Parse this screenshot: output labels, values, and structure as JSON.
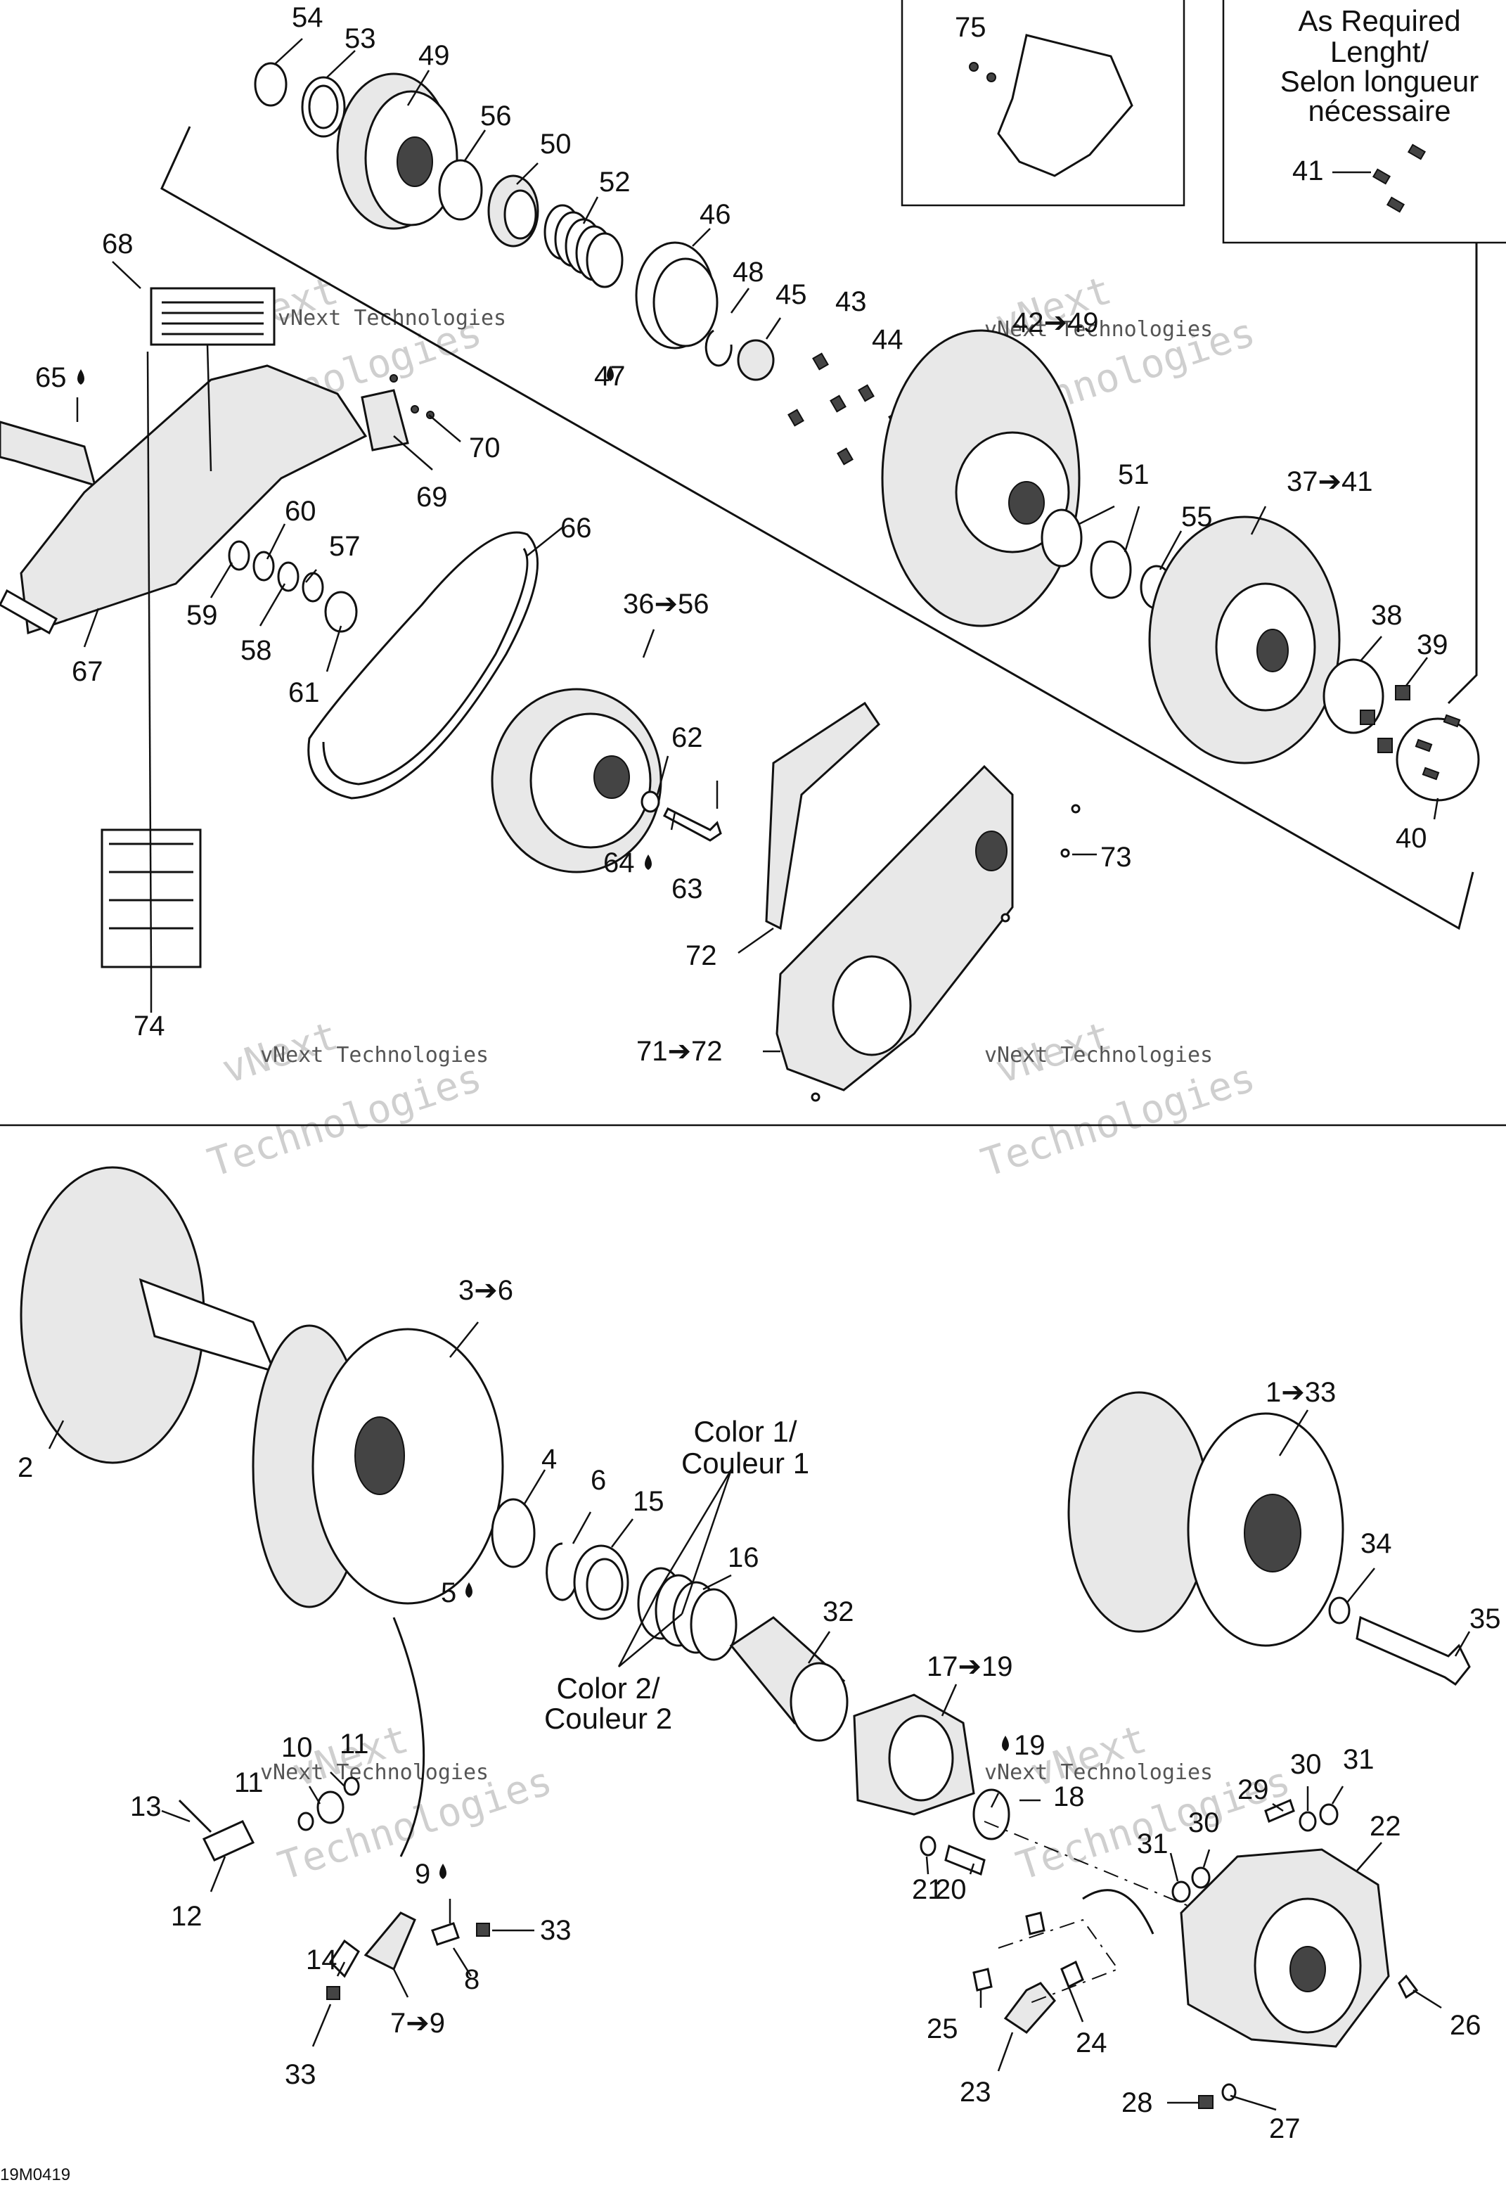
{
  "notes": {
    "as_required_line1": "As Required",
    "as_required_line2": "Lenght/",
    "as_required_line3": "Selon longueur",
    "as_required_line4": "nécessaire",
    "color1_line1": "Color 1/",
    "color1_line2": "Couleur 1",
    "color2_line1": "Color 2/",
    "color2_line2": "Couleur 2"
  },
  "watermark": {
    "line1": "vNext",
    "line2": "vNext Technologies",
    "line3": "Technologies"
  },
  "drawing_code": "19M0419",
  "labels": [
    {
      "id": "54",
      "text": "54"
    },
    {
      "id": "53",
      "text": "53"
    },
    {
      "id": "49",
      "text": "49"
    },
    {
      "id": "56",
      "text": "56"
    },
    {
      "id": "50",
      "text": "50"
    },
    {
      "id": "52",
      "text": "52"
    },
    {
      "id": "46",
      "text": "46"
    },
    {
      "id": "48",
      "text": "48"
    },
    {
      "id": "45",
      "text": "45"
    },
    {
      "id": "43",
      "text": "43"
    },
    {
      "id": "44",
      "text": "44"
    },
    {
      "id": "47",
      "text": "47"
    },
    {
      "id": "75",
      "text": "75"
    },
    {
      "id": "41top",
      "text": "41"
    },
    {
      "id": "68",
      "text": "68"
    },
    {
      "id": "65",
      "text": "65"
    },
    {
      "id": "70",
      "text": "70"
    },
    {
      "id": "69",
      "text": "69"
    },
    {
      "id": "60",
      "text": "60"
    },
    {
      "id": "57",
      "text": "57"
    },
    {
      "id": "59",
      "text": "59"
    },
    {
      "id": "58",
      "text": "58"
    },
    {
      "id": "61",
      "text": "61"
    },
    {
      "id": "67",
      "text": "67"
    },
    {
      "id": "66",
      "text": "66"
    },
    {
      "id": "36-56",
      "text": "36➔56"
    },
    {
      "id": "62",
      "text": "62"
    },
    {
      "id": "64",
      "text": "64"
    },
    {
      "id": "63",
      "text": "63"
    },
    {
      "id": "42-49",
      "text": "42➔49"
    },
    {
      "id": "51",
      "text": "51"
    },
    {
      "id": "55",
      "text": "55"
    },
    {
      "id": "37-41",
      "text": "37➔41"
    },
    {
      "id": "38",
      "text": "38"
    },
    {
      "id": "39",
      "text": "39"
    },
    {
      "id": "40",
      "text": "40"
    },
    {
      "id": "73",
      "text": "73"
    },
    {
      "id": "72",
      "text": "72"
    },
    {
      "id": "71-72",
      "text": "71➔72"
    },
    {
      "id": "74",
      "text": "74"
    },
    {
      "id": "3-6",
      "text": "3➔6"
    },
    {
      "id": "2",
      "text": "2"
    },
    {
      "id": "4",
      "text": "4"
    },
    {
      "id": "6",
      "text": "6"
    },
    {
      "id": "15",
      "text": "15"
    },
    {
      "id": "16",
      "text": "16"
    },
    {
      "id": "5",
      "text": "5"
    },
    {
      "id": "32",
      "text": "32"
    },
    {
      "id": "1-33",
      "text": "1➔33"
    },
    {
      "id": "34",
      "text": "34"
    },
    {
      "id": "35",
      "text": "35"
    },
    {
      "id": "17-19",
      "text": "17➔19"
    },
    {
      "id": "19",
      "text": "19"
    },
    {
      "id": "18",
      "text": "18"
    },
    {
      "id": "10",
      "text": "10"
    },
    {
      "id": "11a",
      "text": "11"
    },
    {
      "id": "11b",
      "text": "11"
    },
    {
      "id": "13",
      "text": "13"
    },
    {
      "id": "12",
      "text": "12"
    },
    {
      "id": "9",
      "text": "9"
    },
    {
      "id": "33a",
      "text": "33"
    },
    {
      "id": "14",
      "text": "14"
    },
    {
      "id": "8",
      "text": "8"
    },
    {
      "id": "7-9",
      "text": "7➔9"
    },
    {
      "id": "33b",
      "text": "33"
    },
    {
      "id": "21",
      "text": "21"
    },
    {
      "id": "20",
      "text": "20"
    },
    {
      "id": "29",
      "text": "29"
    },
    {
      "id": "30a",
      "text": "30"
    },
    {
      "id": "31a",
      "text": "31"
    },
    {
      "id": "30b",
      "text": "30"
    },
    {
      "id": "31b",
      "text": "31"
    },
    {
      "id": "22",
      "text": "22"
    },
    {
      "id": "25",
      "text": "25"
    },
    {
      "id": "24",
      "text": "24"
    },
    {
      "id": "23",
      "text": "23"
    },
    {
      "id": "26",
      "text": "26"
    },
    {
      "id": "28",
      "text": "28"
    },
    {
      "id": "27",
      "text": "27"
    }
  ]
}
